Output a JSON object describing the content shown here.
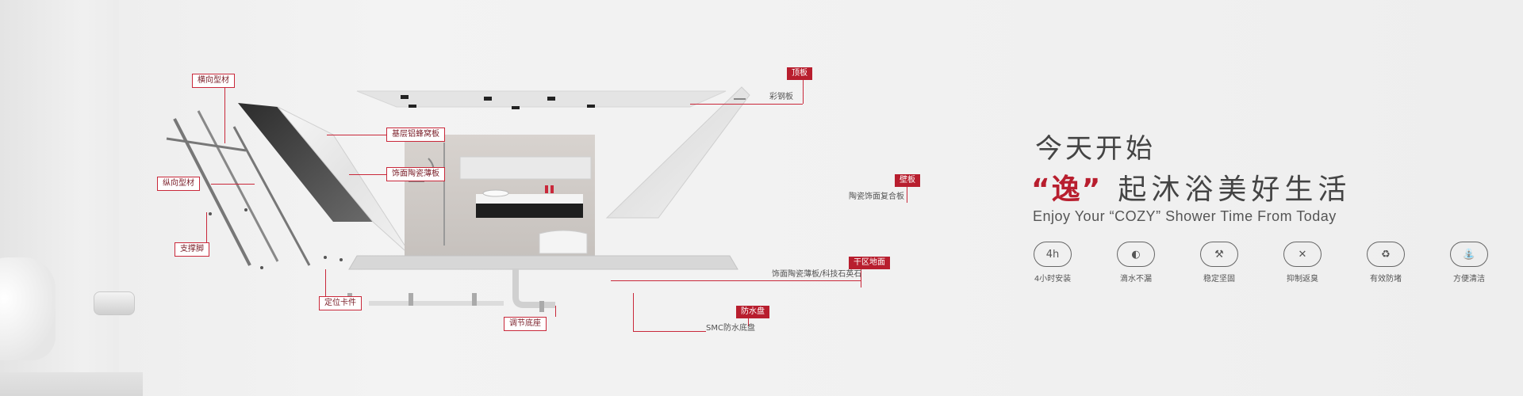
{
  "headline": {
    "line1": "今天开始",
    "line2_highlight": "“逸”",
    "line2_rest": "起沐浴美好生活",
    "line3": "Enjoy Your “COZY” Shower Time From Today"
  },
  "features": [
    {
      "icon": "clock-4h-icon",
      "glyph": "4h",
      "label": "4小时安装"
    },
    {
      "icon": "water-drop-icon",
      "glyph": "◐",
      "label": "滴水不漏"
    },
    {
      "icon": "hammer-icon",
      "glyph": "⚒",
      "label": "稳定坚固"
    },
    {
      "icon": "no-odor-icon",
      "glyph": "✕",
      "label": "抑制返臭"
    },
    {
      "icon": "anti-clog-icon",
      "glyph": "♻",
      "label": "有效防堵"
    },
    {
      "icon": "spray-bottle-icon",
      "glyph": "⛲",
      "label": "方便清洁"
    }
  ],
  "diagram_labels": {
    "horizontal_profile": "横向型材",
    "vertical_profile": "纵向型材",
    "support_foot": "支撑脚",
    "positioning_clip": "定位卡件",
    "base_honeycomb": "基层铝蜂窝板",
    "ceramic_sheet": "饰面陶瓷薄板",
    "ceiling": "顶板",
    "color_steel": "彩钢板",
    "wall_panel": "壁板",
    "ceramic_composite": "陶瓷饰面复合板",
    "dry_wet_floor": "干区地面",
    "floor_material": "饰面陶瓷薄板/科技石英石",
    "adjust_base": "调节底座",
    "waterproof_tray": "防水盘",
    "smc_tray": "SMC防水底盘"
  },
  "colors": {
    "accent": "#b81e2e",
    "text": "#444444",
    "background": "#f1f1f1"
  }
}
